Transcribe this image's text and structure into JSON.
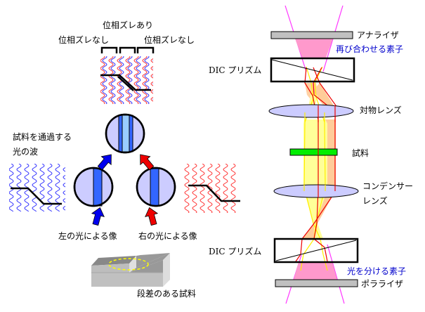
{
  "left_panel": {
    "phase_shift_present": "位相ズレあり",
    "no_phase_shift_left": "位相ズレなし",
    "no_phase_shift_right": "位相ズレなし",
    "waves_caption_line1": "試料を通過する",
    "waves_caption_line2": "光の波",
    "left_image_caption": "左の光による像",
    "right_image_caption": "右の光による像",
    "specimen_caption": "段差のある試料"
  },
  "right_panel": {
    "analyzer": "アナライザ",
    "recombine_element": "再び合わせる素子",
    "dic_prism_top": "DIC プリズム",
    "objective_lens": "対物レンズ",
    "specimen": "試料",
    "condenser_lens_line1": "コンデンサー",
    "condenser_lens_line2": "レンズ",
    "dic_prism_bottom": "DIC プリズム",
    "split_element": "光を分ける素子",
    "polarizer": "ポラライザ"
  },
  "colors": {
    "blue_wave": "#3333ff",
    "red_wave": "#ff3333",
    "lens_fill": "#ccccff",
    "stripe_blue": "#3366ff",
    "stripe_light": "#99ccff",
    "arrow_blue": "#0000ee",
    "arrow_red": "#ee0000",
    "pink_beam": "#ff99cc",
    "magenta_ray": "#ff33ff",
    "yellow_beam": "#ffff99",
    "orange_beam": "#ffcc99",
    "specimen_green": "#00ee00",
    "plate_gray": "#c0c0c0",
    "label_blue": "#0000cc"
  }
}
